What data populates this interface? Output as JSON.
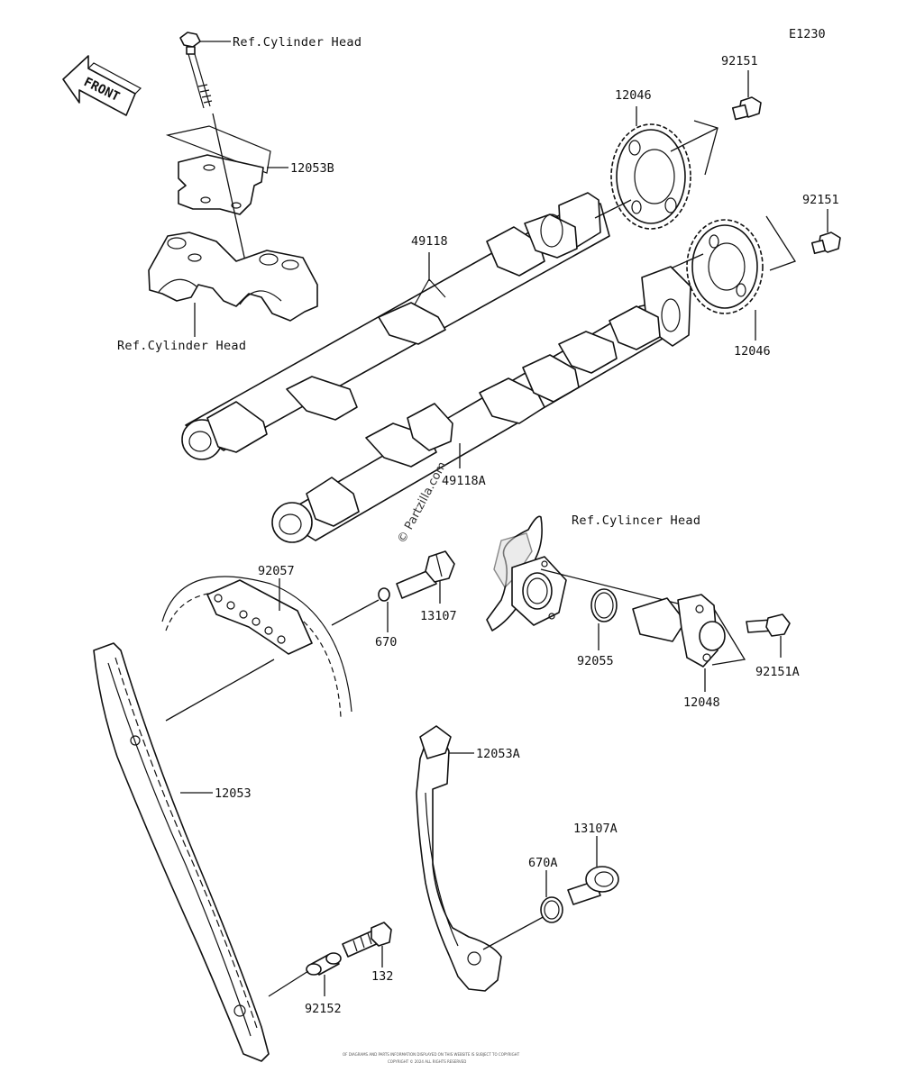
{
  "diagram_id": "E1230",
  "front_label": "FRONT",
  "watermark": "© Partzilla.com",
  "refs": {
    "cyl_head_top": "Ref.Cylinder Head",
    "cyl_head_left": "Ref.Cylinder Head",
    "cyl_head_right": "Ref.Cylincer Head"
  },
  "parts": {
    "bracket": "12053B",
    "sprocket_upper": "12046",
    "sprocket_lower": "12046",
    "bolt_upper": "92151",
    "bolt_lower": "92151",
    "camshaft_upper": "49118",
    "camshaft_lower": "49118A",
    "chain": "92057",
    "oring": "670",
    "bolt_guide": "13107",
    "oring_tensioner": "92055",
    "tensioner": "12048",
    "bolt_tensioner": "92151A",
    "guide_right": "12053A",
    "guide_left": "12053",
    "bolt_guide2": "13107A",
    "oring2": "670A",
    "bolt_small": "132",
    "collar": "92152"
  },
  "footer": {
    "line1": "OF DIAGRAMS AND PARTS INFORMATION DISPLAYED ON THIS WEBSITE IS SUBJECT TO COPYRIGHT",
    "line2": "COPYRIGHT © 2024 ALL RIGHTS RESERVED"
  }
}
